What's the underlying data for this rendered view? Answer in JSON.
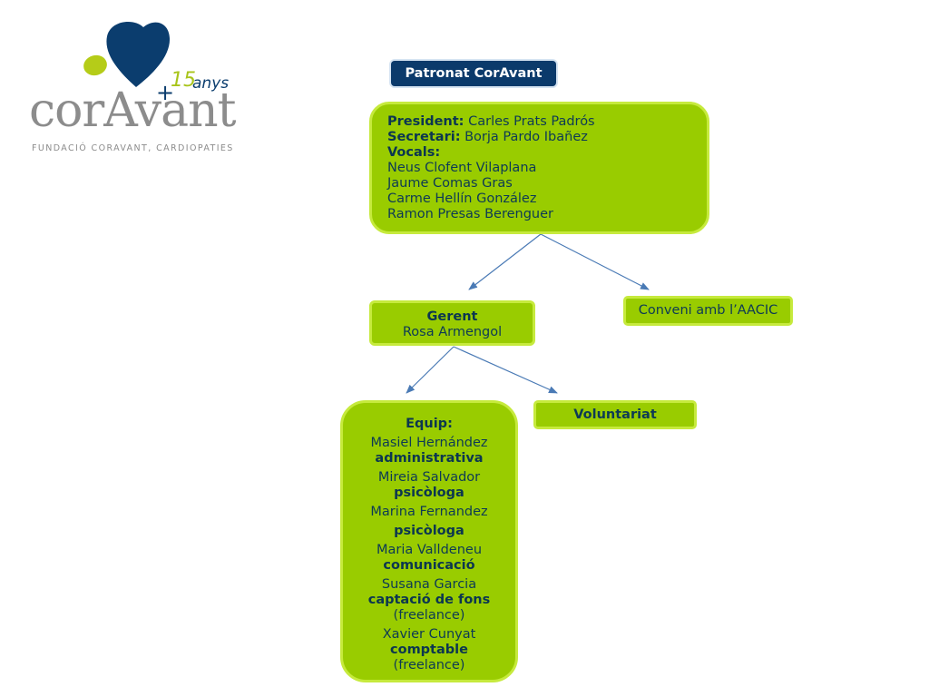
{
  "logo": {
    "brand": "corAvant",
    "tagline": "FUNDACIÓ CORAVANT, CARDIOPATIES",
    "anniversary_plus": "+",
    "anniversary_number": "15",
    "anniversary_word": "anys",
    "colors": {
      "heart": "#0b3d6e",
      "dot": "#b5cc18",
      "text": "#8c8c8c"
    }
  },
  "title": "Patronat CorAvant",
  "board": {
    "president_label": "President:",
    "president_name": "Carles Prats Padrós",
    "secretary_label": "Secretari:",
    "secretary_name": "Borja Pardo Ibañez",
    "vocals_label": "Vocals:",
    "vocals": [
      "Neus Clofent Vilaplana",
      "Jaume Comas Gras",
      "Carme Hellín González",
      "Ramon Presas Berenguer"
    ]
  },
  "gerent": {
    "label": "Gerent",
    "name": "Rosa Armengol"
  },
  "conveni": "Conveni amb l’AACIC",
  "voluntariat": "Voluntariat",
  "equip": {
    "label": "Equip:",
    "members": [
      {
        "name": "Masiel Hernández",
        "role": "administrativa"
      },
      {
        "name": "Mireia Salvador",
        "role": "psicòloga"
      },
      {
        "name": "Marina Fernandez",
        "role": "psicòloga"
      },
      {
        "name": "Maria Valldeneu",
        "role": "comunicació"
      },
      {
        "name": "Susana Garcia",
        "role": "captació de fons",
        "note": "(freelance)"
      },
      {
        "name": "Xavier Cunyat",
        "role": "comptable",
        "note": "(freelance)"
      }
    ]
  },
  "colors": {
    "box_fill": "#99cc00",
    "box_border": "#c6ea3d",
    "title_fill": "#0b3a6b",
    "arrow": "#4a7ab5",
    "text": "#0d3a55"
  }
}
